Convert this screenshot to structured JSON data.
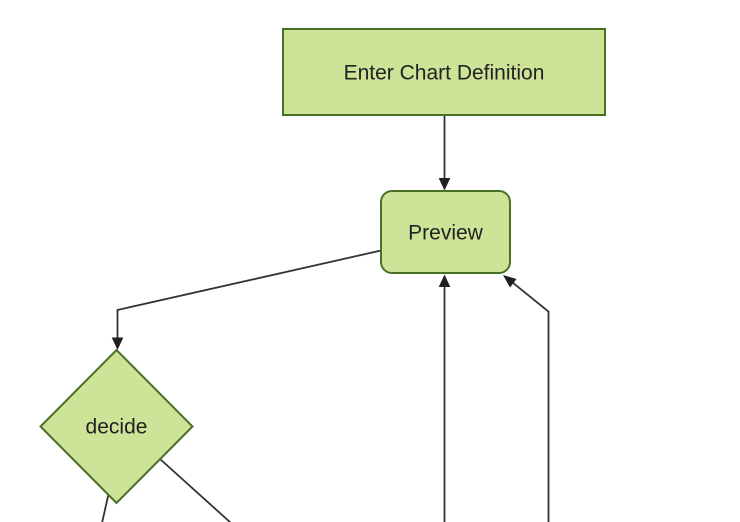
{
  "diagram": {
    "type": "flowchart",
    "direction": "top-down",
    "nodes": [
      {
        "id": "A",
        "label": "Enter Chart Definition",
        "shape": "rectangle"
      },
      {
        "id": "B",
        "label": "Preview",
        "shape": "rounded-rectangle"
      },
      {
        "id": "C",
        "label": "decide",
        "shape": "diamond"
      }
    ],
    "edges": [
      {
        "from": "A",
        "to": "B",
        "arrow": true
      },
      {
        "from": "B",
        "to": "C",
        "arrow": true
      },
      {
        "from": "offscreen-bottom",
        "to": "B",
        "arrow": true
      },
      {
        "from": "offscreen-bottom-right",
        "to": "B",
        "arrow": true
      },
      {
        "from": "C",
        "to": "offscreen-bottom-left",
        "arrow": false
      },
      {
        "from": "C",
        "to": "offscreen-bottom-right",
        "arrow": false
      }
    ]
  },
  "theme": {
    "background": "#ffffff",
    "node_fill": "#cde498",
    "node_stroke": "#4a7028",
    "line_color": "#333333",
    "arrow_color": "#1f1f1f",
    "text_color": "#222222"
  }
}
